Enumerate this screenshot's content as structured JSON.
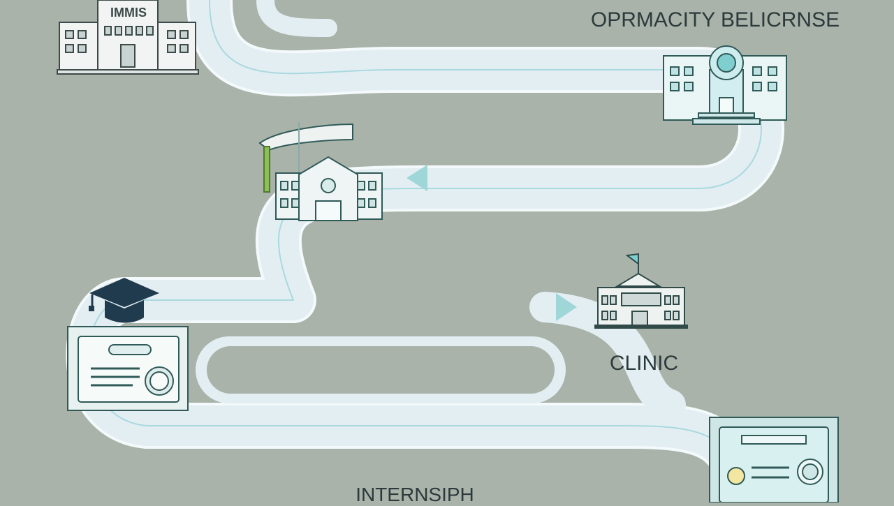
{
  "labels": {
    "title": "OPRMACITY BELICRNSE",
    "clinic": "CLINIC",
    "internship": "INTERNSIPH",
    "building_sign": "IMMIS"
  },
  "colors": {
    "background": "#a9b3aa",
    "path_fill": "#e7f1f5",
    "path_line": "#a9d9de",
    "arrow": "#9fd7d9",
    "outline": "#2f5a57",
    "cap": "#1f3b4d",
    "accent_teal": "#7fcfd0",
    "accent_green": "#8dbf54",
    "seal_yellow": "#f2e6a0"
  },
  "icons": [
    "university-building-icon",
    "pharmacy-building-icon",
    "school-building-icon",
    "graduation-cap-icon",
    "diploma-certificate-icon",
    "clinic-building-icon",
    "license-certificate-icon"
  ]
}
